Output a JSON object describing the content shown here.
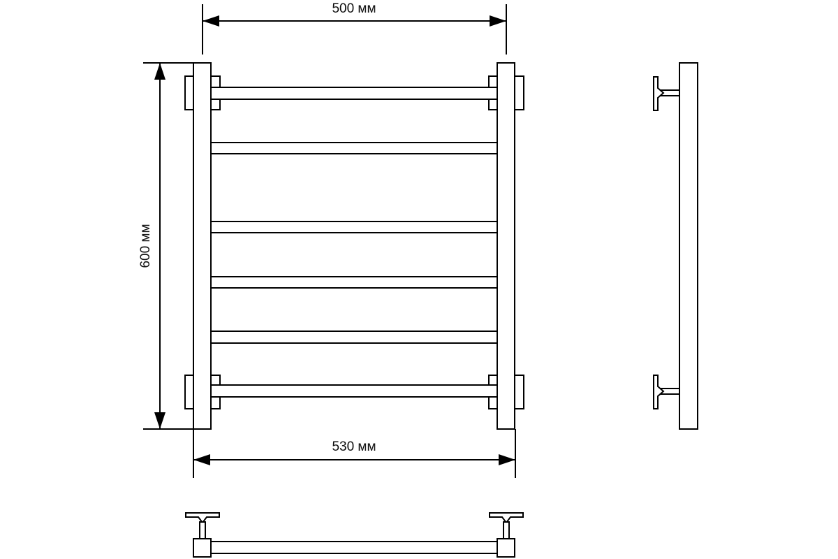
{
  "dimensions": {
    "width_inner": "500 мм",
    "height": "600 мм",
    "width_outer": "530 мм"
  },
  "colors": {
    "line": "#000000",
    "background": "#ffffff"
  },
  "views": [
    "front-view",
    "side-view",
    "bottom-view"
  ]
}
